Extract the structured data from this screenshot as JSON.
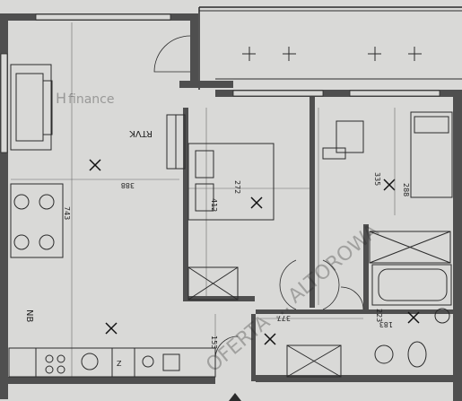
{
  "watermarks": {
    "brand": "H",
    "brand_text": "finance",
    "offer": "OFERTA ... ALTOROWA"
  },
  "labels": {
    "rtvk": "RTVK",
    "nb": "NB",
    "z": "Z"
  },
  "dimensions": {
    "d388": "388",
    "d743": "743",
    "d272": "272",
    "d412": "412",
    "d335": "335",
    "d288": "288",
    "d377": "377",
    "d153": "153",
    "d183": "183",
    "d223": "223"
  },
  "colors": {
    "paper": "#d9d9d7",
    "wall": "#4f4f4f",
    "line": "#2b2b2b",
    "thin": "#6a6a6a"
  }
}
